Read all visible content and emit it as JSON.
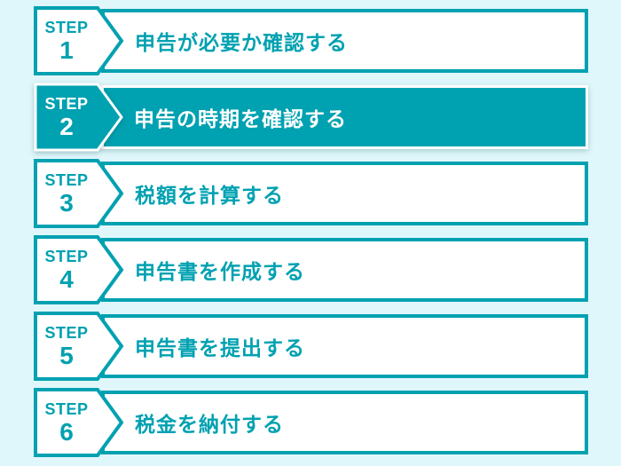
{
  "colors": {
    "accent_teal": "#00a1b1",
    "background": "#dff7fb",
    "card_white": "#ffffff"
  },
  "steps": [
    {
      "step_label": "STEP",
      "number": "1",
      "label": "申告が必要か確認する",
      "active": false
    },
    {
      "step_label": "STEP",
      "number": "2",
      "label": "申告の時期を確認する",
      "active": true
    },
    {
      "step_label": "STEP",
      "number": "3",
      "label": "税額を計算する",
      "active": false
    },
    {
      "step_label": "STEP",
      "number": "4",
      "label": "申告書を作成する",
      "active": false
    },
    {
      "step_label": "STEP",
      "number": "5",
      "label": "申告書を提出する",
      "active": false
    },
    {
      "step_label": "STEP",
      "number": "6",
      "label": "税金を納付する",
      "active": false
    }
  ]
}
